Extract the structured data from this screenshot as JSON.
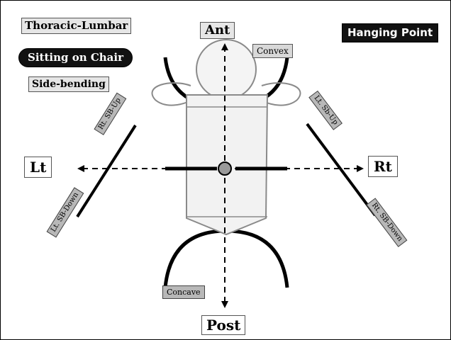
{
  "labels": {
    "title": "Thoracic-Lumbar",
    "position": "Sitting on Chair",
    "motion": "Side-bending",
    "hanging_point": "Hanging Point",
    "anterior": "Ant",
    "posterior": "Post",
    "left": "Lt",
    "right": "Rt",
    "convex": "Convex",
    "concave": "Concave",
    "rt_sb_up": "Rt. SB-Up",
    "lt_sb_down": "Lt. SB-Down",
    "lt_sb_up": "Lt. Sb-Up",
    "rt_sb_down": "Rt. SB-Down"
  },
  "colors": {
    "line": "#000000",
    "body_fill": "#f2f2f2",
    "body_stroke": "#8a8a8a",
    "label_bg": "#e6e6e6",
    "dark_bg": "#111111"
  }
}
